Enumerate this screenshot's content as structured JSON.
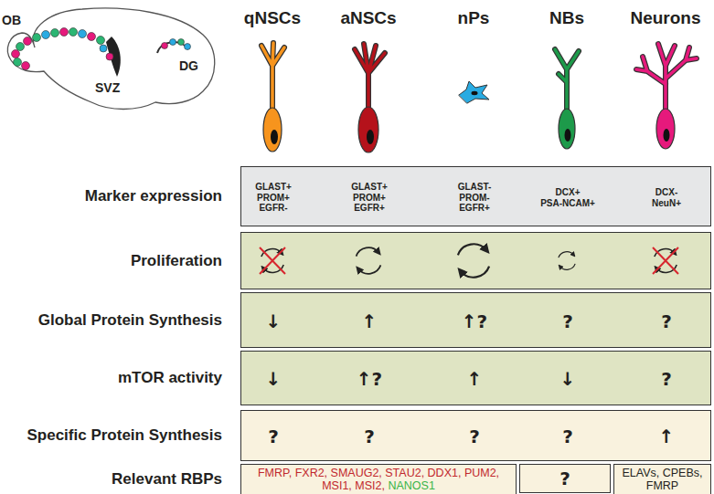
{
  "diagram": {
    "nodes": [
      {
        "text": [
          "Marker expression",
          "GLAST+ PROM+ EGFR-",
          "GLAST+ PROM+ EGFR+",
          "GLAST- PROM- EGFR+",
          "DCX+ PSA-NCAM+",
          "DCX- NeuN+"
        ]
      },
      {
        "text": [
          "Proliferation"
        ]
      },
      {
        "text": [
          "Global Protein Synthesis",
          "↓",
          "↑",
          "↑?",
          "?",
          "?"
        ]
      },
      {
        "text": [
          "mTOR activity",
          "↓",
          "↑?",
          "↑",
          "↓",
          "?"
        ]
      },
      {
        "text": [
          "Specific Protein Synthesis",
          "?",
          "?",
          "?",
          "?",
          "↑"
        ]
      },
      {
        "text": [
          "Relevant RBPs",
          "FMRP, FXR2, SMAUG2, STAU2, DDX1, PUM2, MSI1, MSI2,",
          "NANOS1"
        ]
      },
      {
        "text": [
          "?"
        ]
      },
      {
        "text": [
          "ELAVs, CPEBs, FMRP"
        ]
      }
    ],
    "labels": [
      "OB",
      "SVZ",
      "DG",
      "qNSCs",
      "aNSCs",
      "nPs",
      "NBs",
      "Neurons"
    ]
  }
}
